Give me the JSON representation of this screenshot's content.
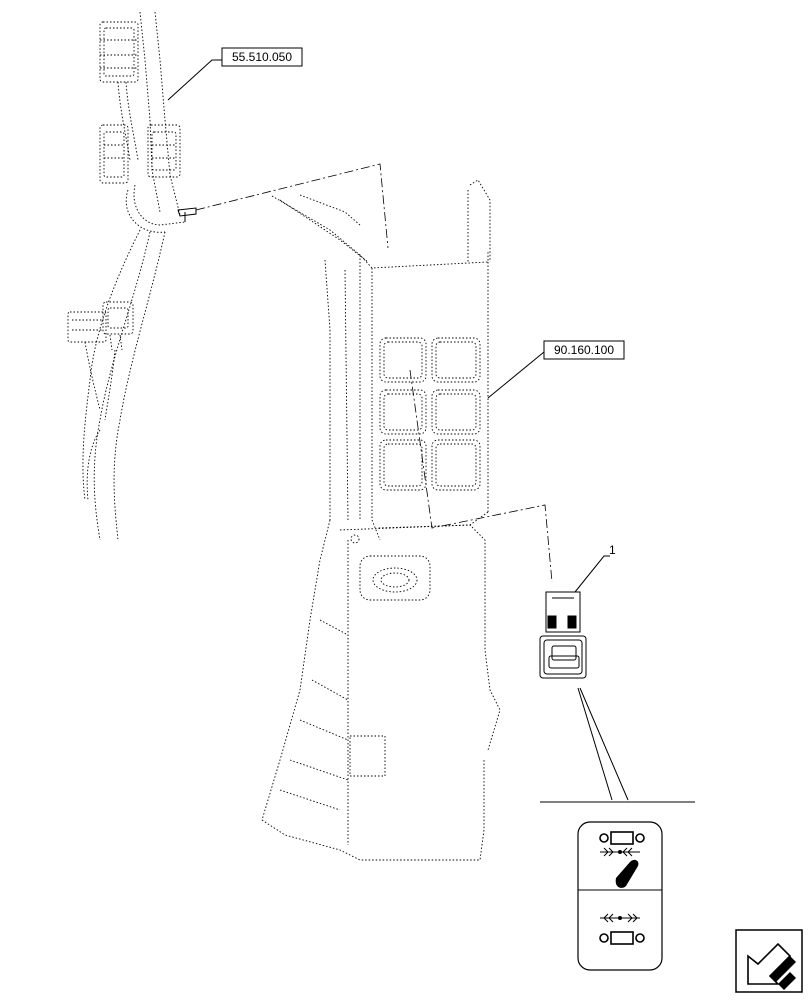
{
  "references": {
    "harness": "55.510.050",
    "console": "90.160.100",
    "item": "1"
  }
}
